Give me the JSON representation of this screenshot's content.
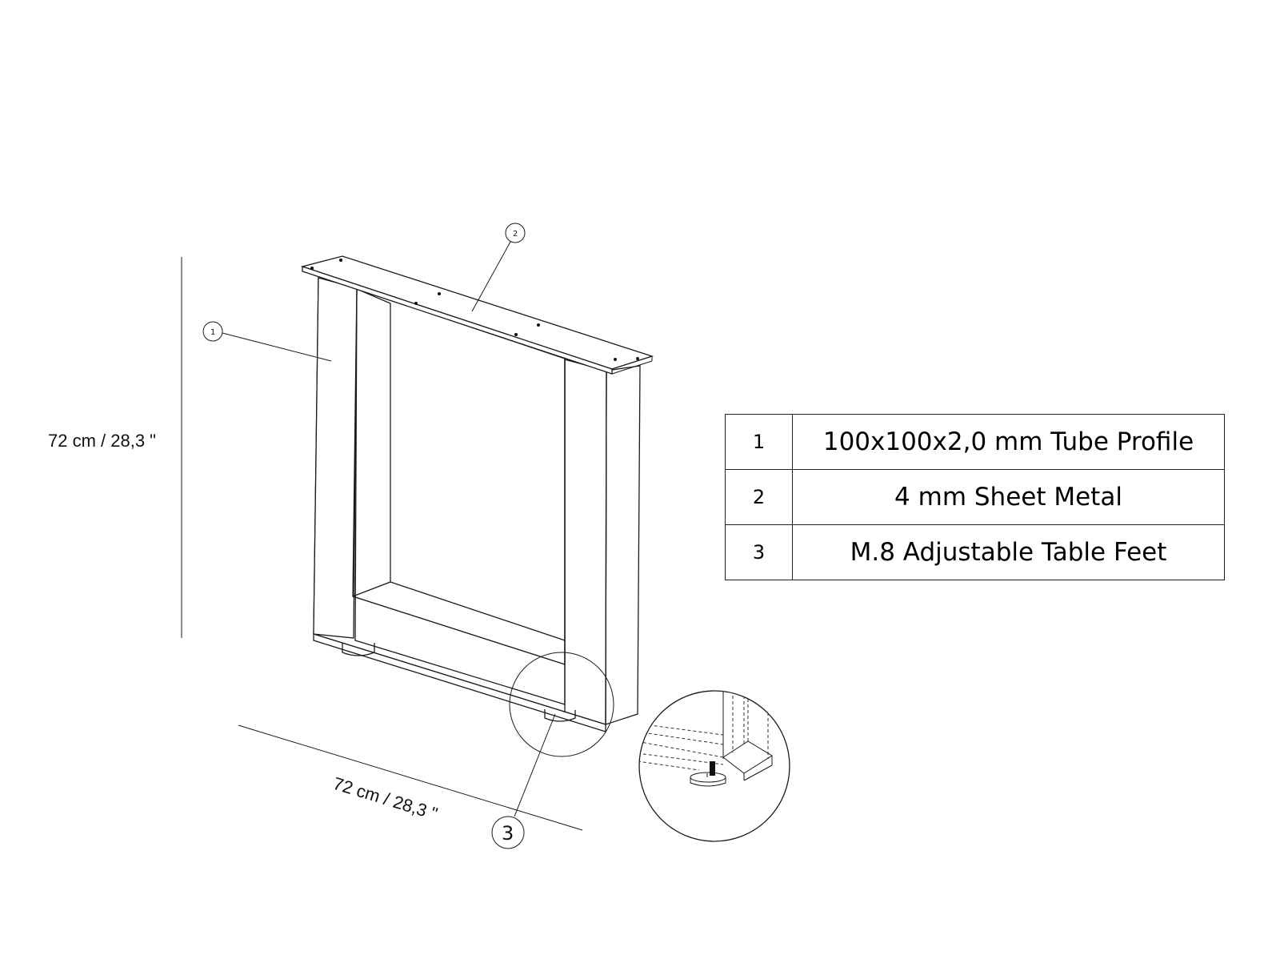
{
  "dimensions": {
    "height_label": "72 cm / 28,3 \"",
    "width_label": "72 cm / 28,3 \""
  },
  "balloons": [
    {
      "number": "1"
    },
    {
      "number": "2"
    },
    {
      "number": "3"
    }
  ],
  "parts_table": {
    "rows": [
      {
        "number": "1",
        "description": "100x100x2,0 mm Tube Profile"
      },
      {
        "number": "2",
        "description": "4 mm Sheet Metal"
      },
      {
        "number": "3",
        "description": "M.8 Adjustable Table Feet"
      }
    ]
  }
}
